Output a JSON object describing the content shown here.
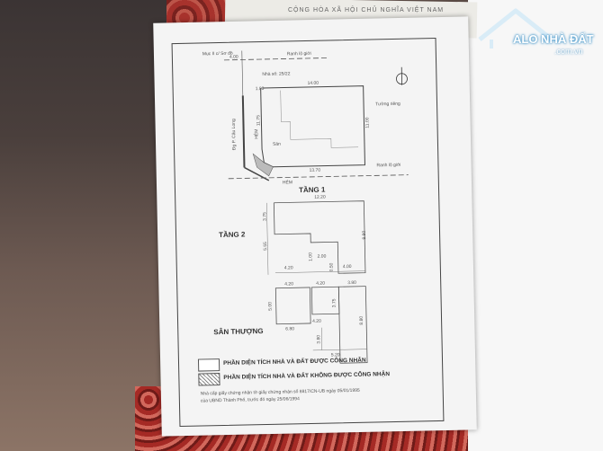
{
  "background_paper": {
    "header_text": "CỘNG HÒA XÃ HỘI CHỦ NGHĨA VIỆT NAM"
  },
  "drawing": {
    "corner_label": "Mục II c/ Sơ đồ",
    "top_dimension": "4.00",
    "top_boundary_label": "Ranh lộ giới",
    "house_number": "Nhà số: 25/22",
    "width_top": "14.00",
    "left_dim_a": "1.00",
    "left_dim_b": "11.75",
    "wall_label": "Tường riêng",
    "right_dim": "11.00",
    "alley_label_side": "HẺM",
    "street_label": "Đg P. Câu Long",
    "yard_label": "Sân",
    "bottom_dimension": "13.70",
    "bottom_boundary_label": "Ranh lộ giới",
    "alley_label_bottom": "HẺM",
    "floor1_title": "TẦNG 1",
    "floor2_width": "12.20",
    "floor2_dim_a": "3.75",
    "floor2_dim_b": "5.55",
    "floor2_dim_c": "4.20",
    "floor2_dim_d": "1.00",
    "floor2_dim_e": "2.00",
    "floor2_dim_f": "0.50",
    "floor2_dim_g": "4.00",
    "floor2_dim_h": "8.80",
    "floor2_title": "TẦNG 2",
    "floor3_dim_a": "4.20",
    "floor3_dim_b": "4.20",
    "floor3_dim_c": "3.80",
    "floor3_dim_d": "5.00",
    "floor3_dim_e": "3.75",
    "floor3_dim_f": "4.20",
    "floor3_dim_g": "6.80",
    "floor3_dim_h": "3.80",
    "floor3_dim_i": "8.80",
    "floor3_dim_j": "5.20",
    "roof_title": "SÂN THƯỢNG",
    "legend_recognized": "PHẦN DIỆN TÍCH NHÀ VÀ ĐẤT ĐƯỢC CÔNG NHẬN",
    "legend_not_recognized": "PHẦN DIỆN TÍCH NHÀ VÀ ĐẤT KHÔNG ĐƯỢC CÔNG NHẬN",
    "footnote_1": "Nhà cấp giấy chứng nhận tờ giấy chứng nhận số 8817/CN-UB ngày 05/01/1995",
    "footnote_2": "của UBND Thành Phố, trước đó ngày 25/06/1994"
  },
  "watermark": {
    "brand": "ALO NHÀ ĐẤT",
    "url": ".com.vn"
  }
}
